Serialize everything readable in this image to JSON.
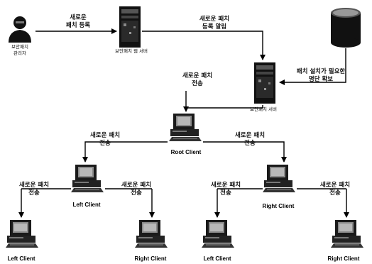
{
  "nodes": {
    "admin": {
      "caption": "보안패치\n관리자",
      "icon": "person-icon"
    },
    "web_server": {
      "caption": "보안패치 웹 서버",
      "icon": "server-tower-icon"
    },
    "database": {
      "icon": "database-cylinder-icon"
    },
    "patch_server": {
      "caption": "보안패치 서버",
      "icon": "server-tower-icon"
    },
    "root_client": {
      "label": "Root Client",
      "icon": "computer-icon"
    },
    "left_client_mid": {
      "label": "Left Client",
      "icon": "computer-icon"
    },
    "right_client_mid": {
      "label": "Right Client",
      "icon": "computer-icon"
    },
    "left_client_ll": {
      "label": "Left Client",
      "icon": "computer-icon"
    },
    "right_client_lr": {
      "label": "Right Client",
      "icon": "computer-icon"
    },
    "left_client_rl": {
      "label": "Left Client",
      "icon": "computer-icon"
    },
    "right_client_rr": {
      "label": "Right Client",
      "icon": "computer-icon"
    }
  },
  "edges": {
    "admin_to_web": "새로운\n패치 등록",
    "web_to_patch": "새로운 패치\n등록 알림",
    "db_note": "패치 설치가 필요한\n명단 확보",
    "to_root": "새로운 패치\n전송",
    "root_to_left": "새로운 패치\n전송",
    "root_to_right": "새로운 패치\n전송",
    "left_to_ll": "새로운 패치\n전송",
    "left_to_lr": "새로운 패치\n전송",
    "right_to_rl": "새로운 패치\n전송",
    "right_to_rr": "새로운 패치\n전송"
  }
}
